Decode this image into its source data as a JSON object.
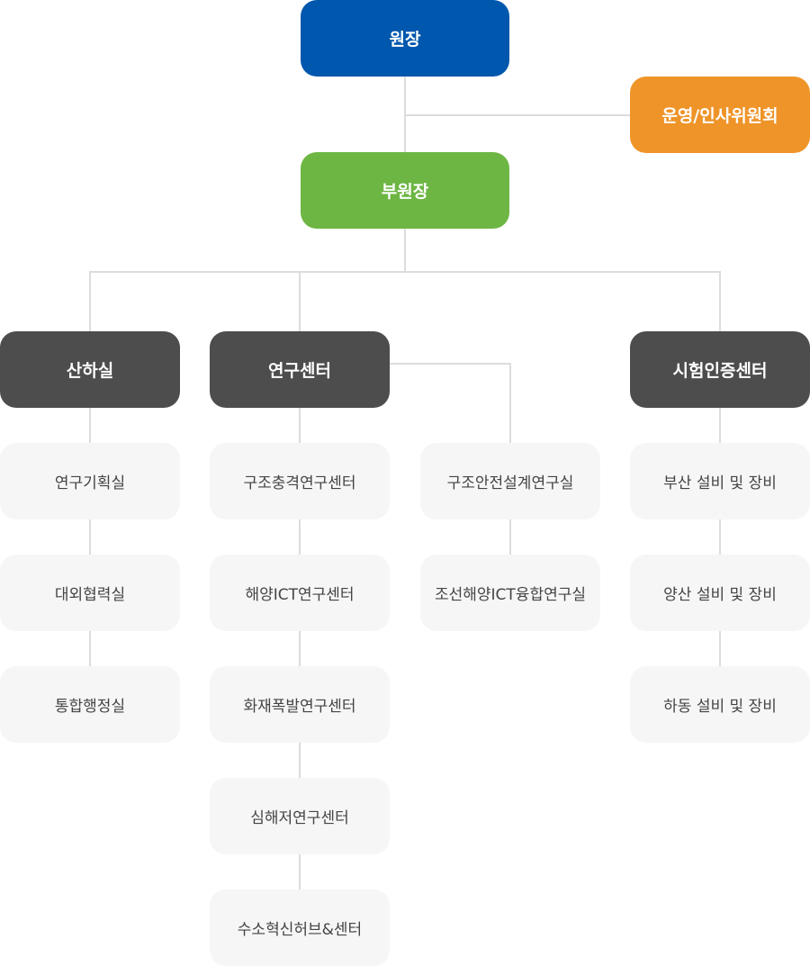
{
  "colors": {
    "director": "#0057ae",
    "committee": "#ef9428",
    "vice": "#6db643",
    "dept": "#4d4d4d",
    "sub": "#f6f6f6",
    "line": "#dcdcdc"
  },
  "director": "원장",
  "committee": "운영/인사위원회",
  "vice_director": "부원장",
  "departments": {
    "planning_office": {
      "name": "산하실",
      "units": [
        "연구기획실",
        "대외협력실",
        "통합행정실"
      ]
    },
    "research_center": {
      "name": "연구센터",
      "units": [
        "구조충격연구센터",
        "해양ICT연구센터",
        "화재폭발연구센터",
        "심해저연구센터",
        "수소혁신허브&센터"
      ],
      "labs": [
        "구조안전설계연구실",
        "조선해양ICT융합연구실"
      ]
    },
    "testing_center": {
      "name": "시험인증센터",
      "units": [
        "부산 설비 및 장비",
        "양산 설비 및 장비",
        "하동 설비 및 장비"
      ]
    }
  }
}
